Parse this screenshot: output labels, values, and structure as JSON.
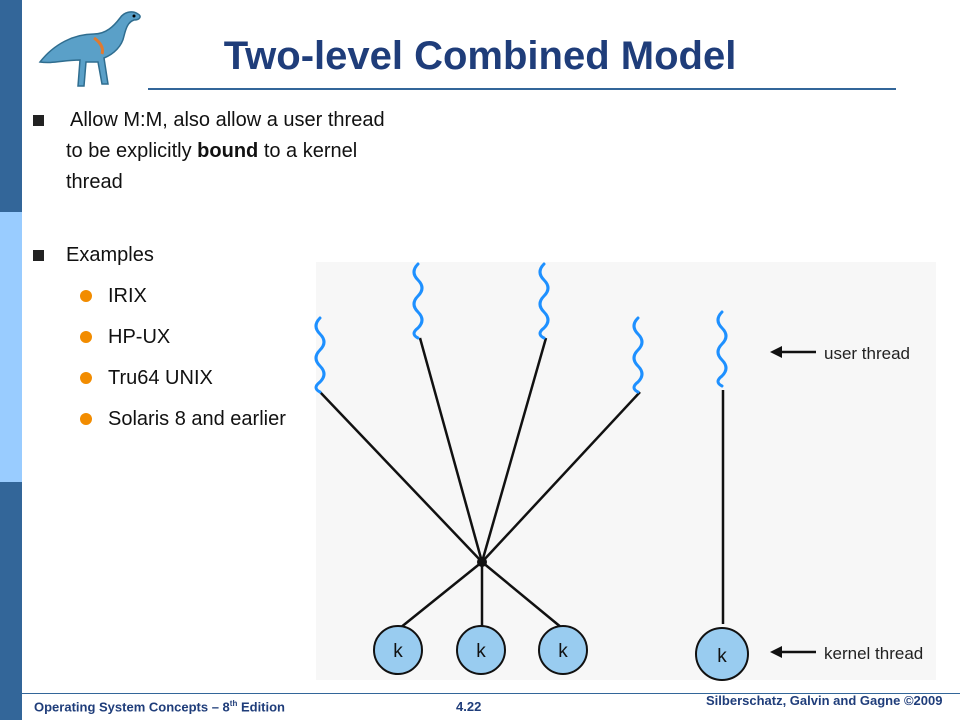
{
  "slide": {
    "title": "Two-level Combined Model",
    "bullets": [
      {
        "line1": "Allow M:M, also allow a user thread",
        "line2_pre": "to be explicitly ",
        "line2_bold": "bound",
        "line2_post": " to a kernel",
        "line3": "thread"
      }
    ],
    "examples_label": "Examples",
    "examples": [
      "IRIX",
      "HP-UX",
      "Tru64 UNIX",
      "Solaris 8 and earlier"
    ]
  },
  "diagram": {
    "user_thread_label": "user thread",
    "kernel_thread_label": "kernel thread",
    "kernel_node_label": "k",
    "kernel_nodes": [
      "k",
      "k",
      "k",
      "k"
    ]
  },
  "footer": {
    "left": "Operating System Concepts – 8",
    "left_sup": "th",
    "left_tail": " Edition",
    "page": "4.22",
    "right": "Silberschatz, Galvin and Gagne ©2009"
  },
  "colors": {
    "sidebar_dark": "#336699",
    "sidebar_light": "#99ccff",
    "title": "#1f3d7a",
    "bullet_l2": "#f28c00",
    "thread_wave": "#1e90ff",
    "kernel_fill": "#99ccf0"
  },
  "icons": [
    "dinosaur-logo"
  ]
}
